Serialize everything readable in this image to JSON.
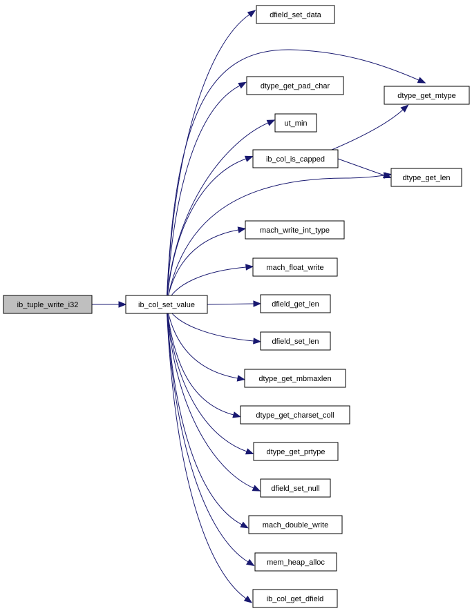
{
  "diagram": {
    "type": "call-graph",
    "colors": {
      "edge": "#191970",
      "root_fill": "#bfbfbf",
      "node_fill": "#ffffff",
      "node_border": "#000000"
    },
    "nodes": {
      "ib_tuple_write_i32": "ib_tuple_write_i32",
      "ib_col_set_value": "ib_col_set_value",
      "dfield_set_data": "dfield_set_data",
      "dtype_get_mtype": "dtype_get_mtype",
      "dtype_get_pad_char": "dtype_get_pad_char",
      "ut_min": "ut_min",
      "ib_col_is_capped": "ib_col_is_capped",
      "dtype_get_len": "dtype_get_len",
      "mach_write_int_type": "mach_write_int_type",
      "mach_float_write": "mach_float_write",
      "dfield_get_len": "dfield_get_len",
      "dfield_set_len": "dfield_set_len",
      "dtype_get_mbmaxlen": "dtype_get_mbmaxlen",
      "dtype_get_charset_coll": "dtype_get_charset_coll",
      "dtype_get_prtype": "dtype_get_prtype",
      "dfield_set_null": "dfield_set_null",
      "mach_double_write": "mach_double_write",
      "mem_heap_alloc": "mem_heap_alloc",
      "ib_col_get_dfield": "ib_col_get_dfield"
    },
    "edges": [
      [
        "ib_tuple_write_i32",
        "ib_col_set_value"
      ],
      [
        "ib_col_set_value",
        "dfield_set_data"
      ],
      [
        "ib_col_set_value",
        "dtype_get_mtype"
      ],
      [
        "ib_col_set_value",
        "dtype_get_pad_char"
      ],
      [
        "ib_col_set_value",
        "ut_min"
      ],
      [
        "ib_col_set_value",
        "ib_col_is_capped"
      ],
      [
        "ib_col_set_value",
        "dtype_get_len"
      ],
      [
        "ib_col_set_value",
        "mach_write_int_type"
      ],
      [
        "ib_col_set_value",
        "mach_float_write"
      ],
      [
        "ib_col_set_value",
        "dfield_get_len"
      ],
      [
        "ib_col_set_value",
        "dfield_set_len"
      ],
      [
        "ib_col_set_value",
        "dtype_get_mbmaxlen"
      ],
      [
        "ib_col_set_value",
        "dtype_get_charset_coll"
      ],
      [
        "ib_col_set_value",
        "dtype_get_prtype"
      ],
      [
        "ib_col_set_value",
        "dfield_set_null"
      ],
      [
        "ib_col_set_value",
        "mach_double_write"
      ],
      [
        "ib_col_set_value",
        "mem_heap_alloc"
      ],
      [
        "ib_col_set_value",
        "ib_col_get_dfield"
      ],
      [
        "ib_col_is_capped",
        "dtype_get_mtype"
      ],
      [
        "ib_col_is_capped",
        "dtype_get_len"
      ]
    ]
  }
}
